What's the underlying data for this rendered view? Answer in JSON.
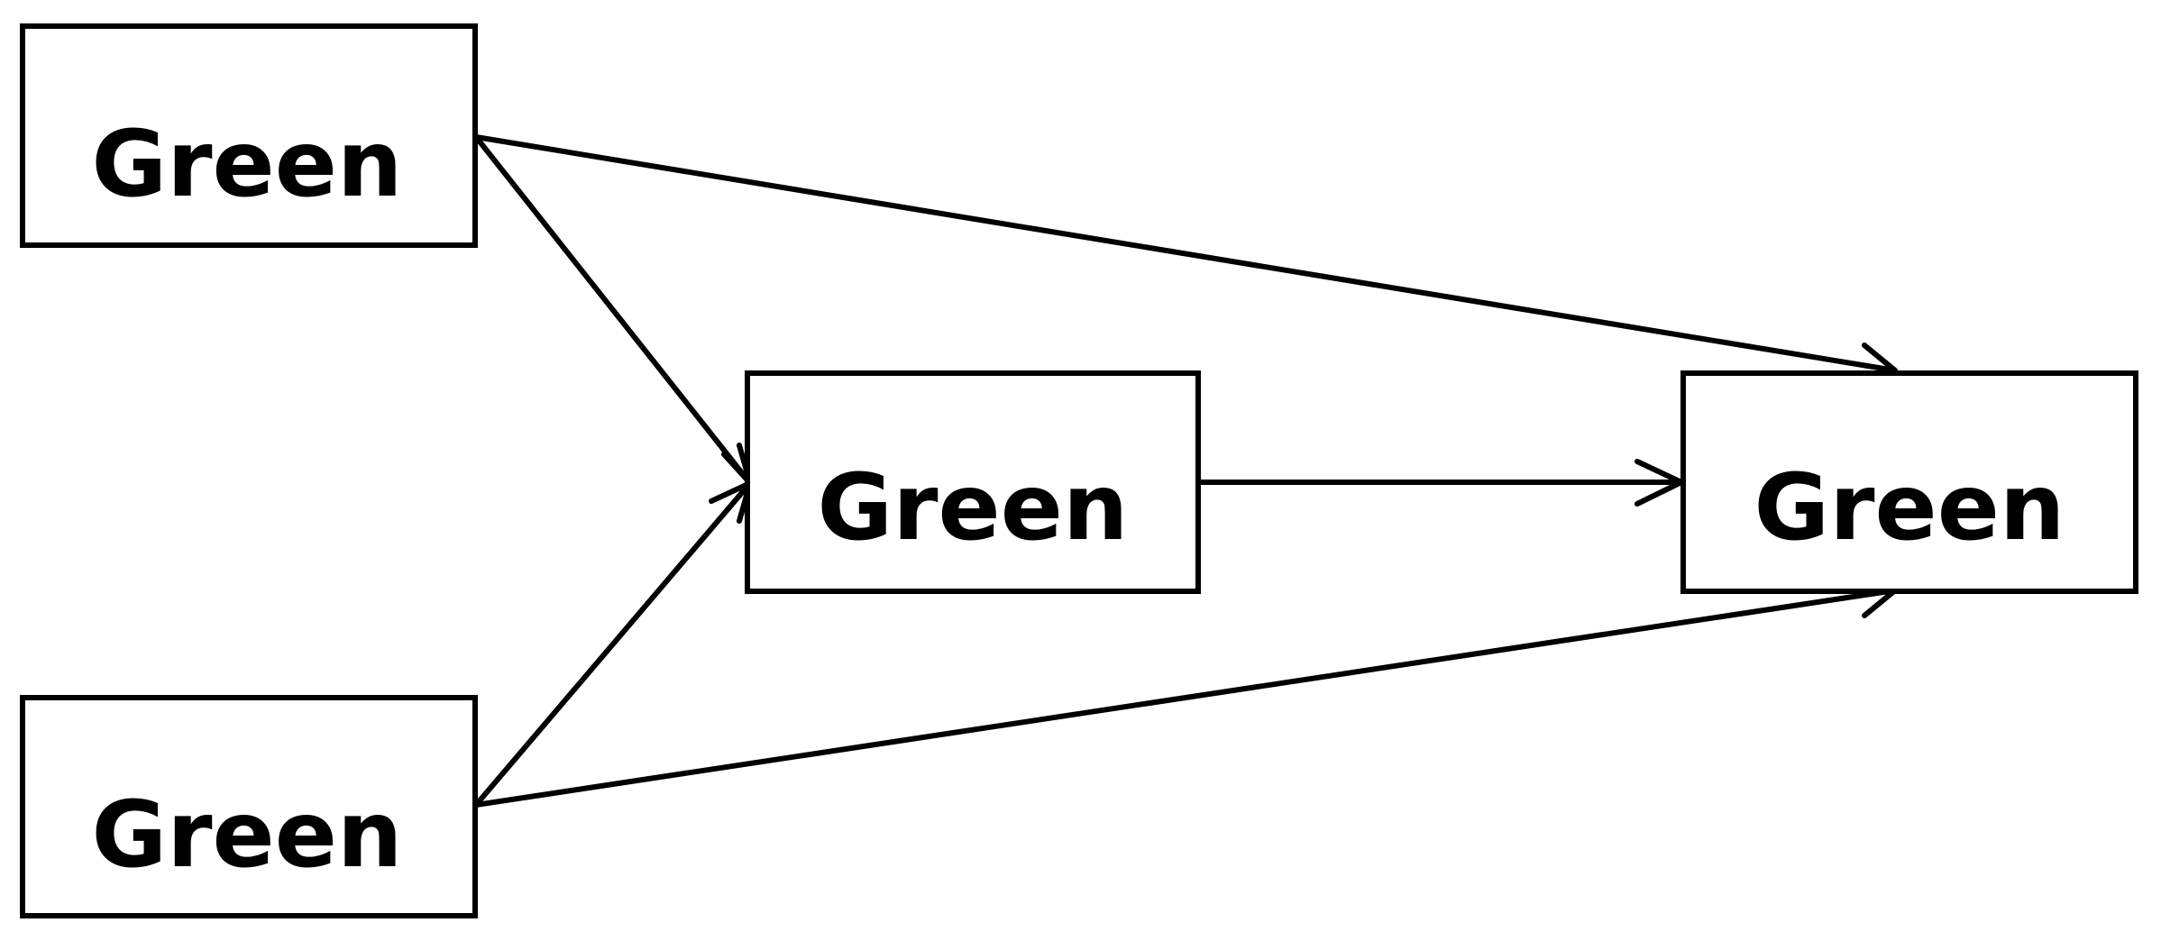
{
  "diagram": {
    "nodes": [
      {
        "id": "top_left",
        "label": "Green"
      },
      {
        "id": "center",
        "label": "Green"
      },
      {
        "id": "right",
        "label": "Green"
      },
      {
        "id": "bottom_left",
        "label": "Green"
      }
    ],
    "edges": [
      {
        "from": "top_left",
        "to": "center"
      },
      {
        "from": "top_left",
        "to": "right"
      },
      {
        "from": "bottom_left",
        "to": "center"
      },
      {
        "from": "bottom_left",
        "to": "right"
      },
      {
        "from": "center",
        "to": "right"
      }
    ]
  },
  "colors": {
    "stroke": "#000000",
    "fill": "#ffffff",
    "text": "#000000"
  }
}
